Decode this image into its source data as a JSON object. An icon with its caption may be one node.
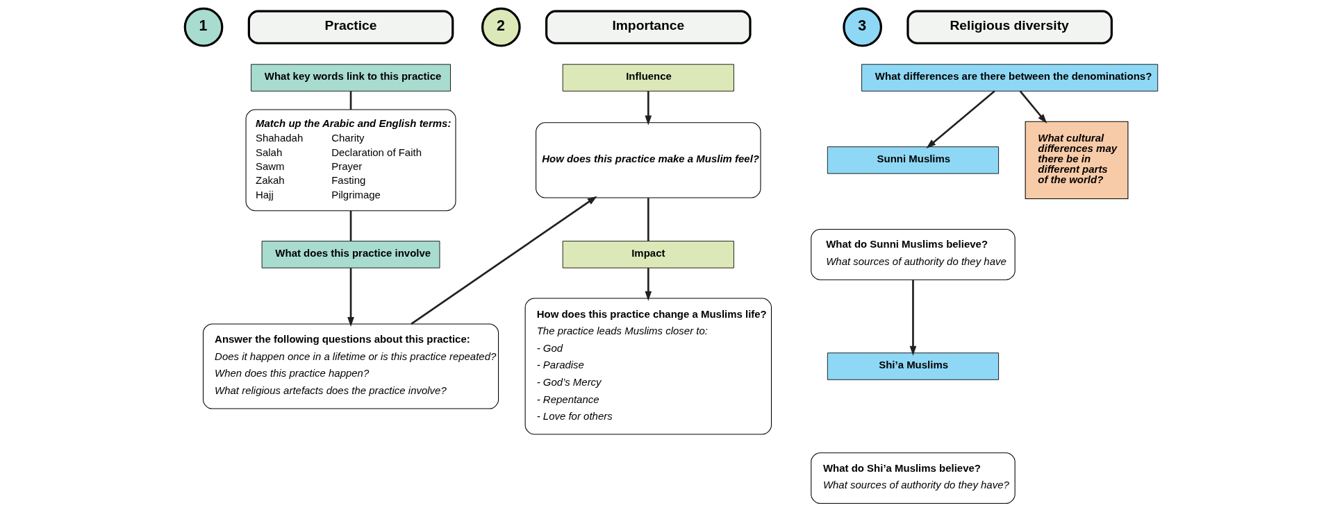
{
  "diagram": {
    "nodes": [
      {
        "text": [
          "1"
        ]
      },
      {
        "text": [
          "Practice"
        ]
      },
      {
        "text": [
          "What key words link to this practice"
        ]
      },
      {
        "text": [
          "Match up the Arabic and English terms:",
          "Shahadah",
          "Salah",
          "Sawm",
          "Zakah",
          "Hajj",
          "Charity",
          "Declaration of Faith",
          "Prayer",
          "Fasting",
          "Pilgrimage"
        ]
      },
      {
        "text": [
          "What does this practice involve"
        ]
      },
      {
        "text": [
          "Answer the following questions about this practice:",
          "Does it happen once in a lifetime or is this practice repeated?",
          "When does this practice happen?",
          "What religious artefacts does the practice involve?"
        ]
      },
      {
        "text": [
          "2"
        ]
      },
      {
        "text": [
          "Importance"
        ]
      },
      {
        "text": [
          "Influence"
        ]
      },
      {
        "text": [
          "How does this practice make a Muslim feel?"
        ]
      },
      {
        "text": [
          "Impact"
        ]
      },
      {
        "text": [
          "How does this practice change a Muslims life?",
          "The practice leads Muslims closer to:",
          "- God",
          "- Paradise",
          "- God’s Mercy",
          "- Repentance",
          "- Love for others"
        ]
      },
      {
        "text": [
          "3"
        ]
      },
      {
        "text": [
          "Religious diversity"
        ]
      },
      {
        "text": [
          "What differences are there between the denominations?"
        ]
      },
      {
        "text": [
          "Sunni Muslims"
        ]
      },
      {
        "text": [
          "What do Sunni Muslims believe?",
          "What sources of authority do they have"
        ]
      },
      {
        "text": [
          "Shi’a Muslims"
        ]
      },
      {
        "text": [
          "What do Shi’a Muslims believe?",
          "What sources of authority do they have?"
        ]
      },
      {
        "text": [
          "What cultural differences may there be in different parts of the world?"
        ]
      }
    ],
    "edges": [
      {
        "from": 2,
        "to": 3,
        "arrow": "none"
      },
      {
        "from": 3,
        "to": 4,
        "arrow": "none"
      },
      {
        "from": 4,
        "to": 5,
        "arrow": "to"
      },
      {
        "from": 5,
        "to": 9,
        "arrow": "to"
      },
      {
        "from": 8,
        "to": 9,
        "arrow": "to"
      },
      {
        "from": 9,
        "to": 10,
        "arrow": "none"
      },
      {
        "from": 10,
        "to": 11,
        "arrow": "to"
      },
      {
        "from": 14,
        "to": 15,
        "arrow": "to"
      },
      {
        "from": 14,
        "to": 19,
        "arrow": "to"
      },
      {
        "from": 16,
        "to": 17,
        "arrow": "to"
      }
    ]
  }
}
